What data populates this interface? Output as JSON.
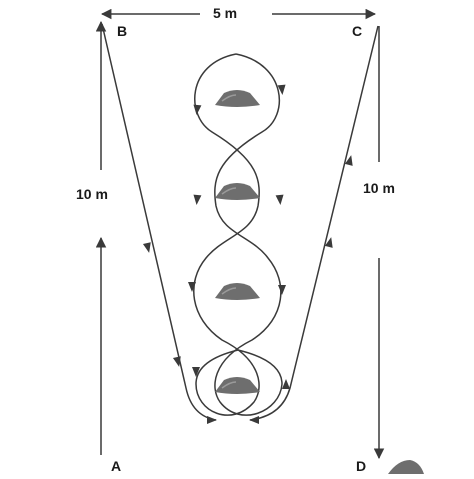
{
  "labels": {
    "B": "B",
    "C": "C",
    "A": "A",
    "D": "D"
  },
  "dimensions": {
    "top": "5 m",
    "left": "10 m",
    "right": "10 m"
  },
  "cones": {
    "count": 4,
    "color": "#6e6e6e"
  },
  "colors": {
    "line": "#3a3a3a",
    "text": "#1a1a1a"
  }
}
